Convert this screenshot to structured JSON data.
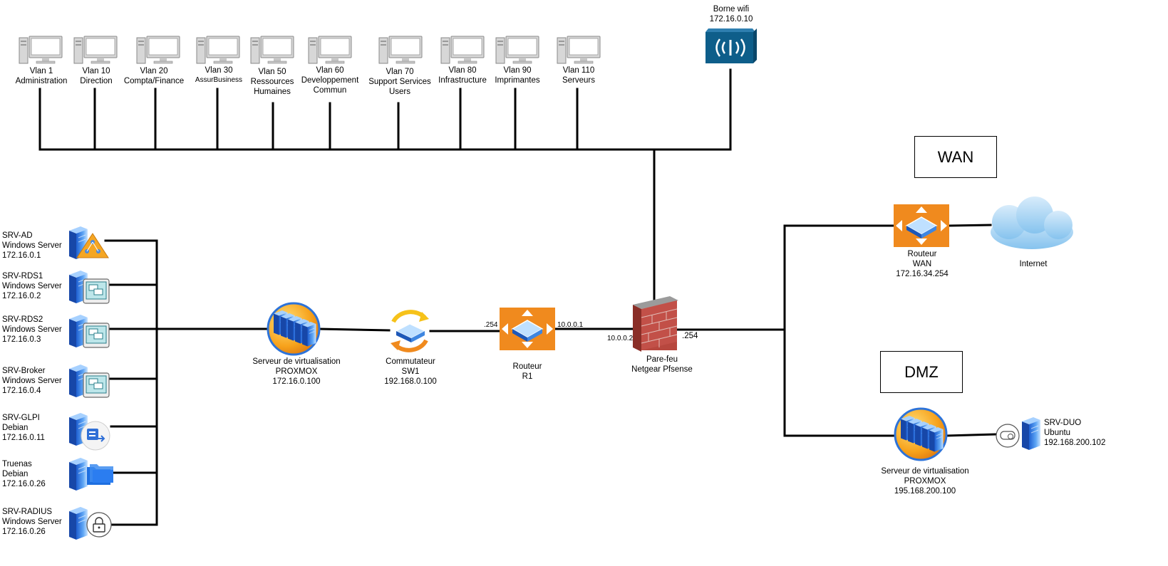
{
  "vlans": [
    {
      "lines": [
        "Vlan 1",
        "Administration"
      ]
    },
    {
      "lines": [
        "Vlan 10",
        "Direction"
      ]
    },
    {
      "lines": [
        "Vlan 20",
        "Compta/Finance"
      ]
    },
    {
      "lines": [
        "Vlan 30",
        "AssurBusiness"
      ]
    },
    {
      "lines": [
        "Vlan 50",
        "Ressources",
        "Humaines"
      ]
    },
    {
      "lines": [
        "Vlan 60",
        "Developpement",
        "Commun"
      ]
    },
    {
      "lines": [
        "Vlan 70",
        "Support Services",
        "Users"
      ]
    },
    {
      "lines": [
        "Vlan 80",
        "Infrastructure"
      ]
    },
    {
      "lines": [
        "Vlan 90",
        "Imprimantes"
      ]
    },
    {
      "lines": [
        "Vlan 110",
        "Serveurs"
      ]
    }
  ],
  "wifi": {
    "lines": [
      "Borne wifi",
      "172.16.0.10"
    ]
  },
  "servers": [
    {
      "lines": [
        "SRV-AD",
        "Windows Server",
        "172.16.0.1"
      ],
      "icon": "active-directory-icon"
    },
    {
      "lines": [
        "SRV-RDS1",
        "Windows Server",
        "172.16.0.2"
      ],
      "icon": "remote-desktop-icon"
    },
    {
      "lines": [
        "SRV-RDS2",
        "Windows Server",
        "172.16.0.3"
      ],
      "icon": "remote-desktop-icon"
    },
    {
      "lines": [
        "SRV-Broker",
        "Windows Server",
        "172.16.0.4"
      ],
      "icon": "remote-desktop-icon"
    },
    {
      "lines": [
        "SRV-GLPI",
        "Debian",
        "172.16.0.11"
      ],
      "icon": "ticketing-icon"
    },
    {
      "lines": [
        "Truenas",
        "Debian",
        "172.16.0.26"
      ],
      "icon": "folder-icon"
    },
    {
      "lines": [
        "SRV-RADIUS",
        "Windows Server",
        "172.16.0.26"
      ],
      "icon": "lock-icon"
    }
  ],
  "proxmox_lan": {
    "lines": [
      "Serveur de virtualisation",
      "PROXMOX",
      "172.16.0.100"
    ]
  },
  "switch": {
    "lines": [
      "Commutateur",
      "SW1",
      "192.168.0.100"
    ]
  },
  "router_r1": {
    "lines": [
      "Routeur",
      "R1"
    ],
    "port_left": ".254",
    "port_right": "10.0.0.1"
  },
  "firewall": {
    "lines": [
      "Pare-feu",
      "Netgear Pfsense"
    ],
    "port_left": "10.0.0.2",
    "port_right": ".254"
  },
  "zones": {
    "wan": "WAN",
    "dmz": "DMZ"
  },
  "router_wan": {
    "lines": [
      "Routeur",
      "WAN",
      "172.16.34.254"
    ]
  },
  "internet": {
    "label": "Internet"
  },
  "proxmox_dmz": {
    "lines": [
      "Serveur de virtualisation",
      "PROXMOX",
      "195.168.200.100"
    ]
  },
  "srv_duo": {
    "lines": [
      "SRV-DUO",
      "Ubuntu",
      "192.168.200.102"
    ]
  },
  "colors": {
    "router_orange": "#f08a1e",
    "server_blue": "#2f6fd6",
    "wifi_blue": "#0e5e8a",
    "firewall_red": "#b7473e",
    "cloud_blue": "#a9d4f2"
  }
}
